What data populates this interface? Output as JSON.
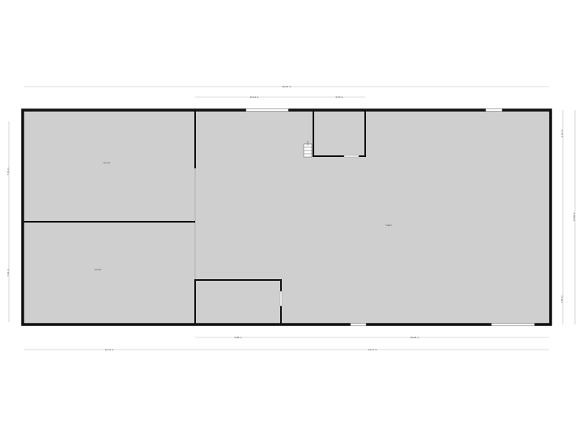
{
  "rooms": [
    {
      "label": "Kontor"
    },
    {
      "label": "Kontor"
    },
    {
      "label": "Lager"
    }
  ],
  "dimensions": {
    "top_total": "36,04 m",
    "top_a": "11,41 m",
    "top_b": "3,70 m",
    "bottom_a": "5,88 m",
    "bottom_b": "18,29 m",
    "bottom_total_a": "11,74 m",
    "bottom_total_b": "24,17 m",
    "left_a": "7,64 m",
    "left_b": "7,03 m",
    "right_a": "3,16 m",
    "right_b": "14,69 m",
    "right_c": "1,56 m"
  },
  "colors": {
    "floor": "#cfcfcf",
    "wall": "#111111",
    "dimension": "#bbbbbb"
  }
}
